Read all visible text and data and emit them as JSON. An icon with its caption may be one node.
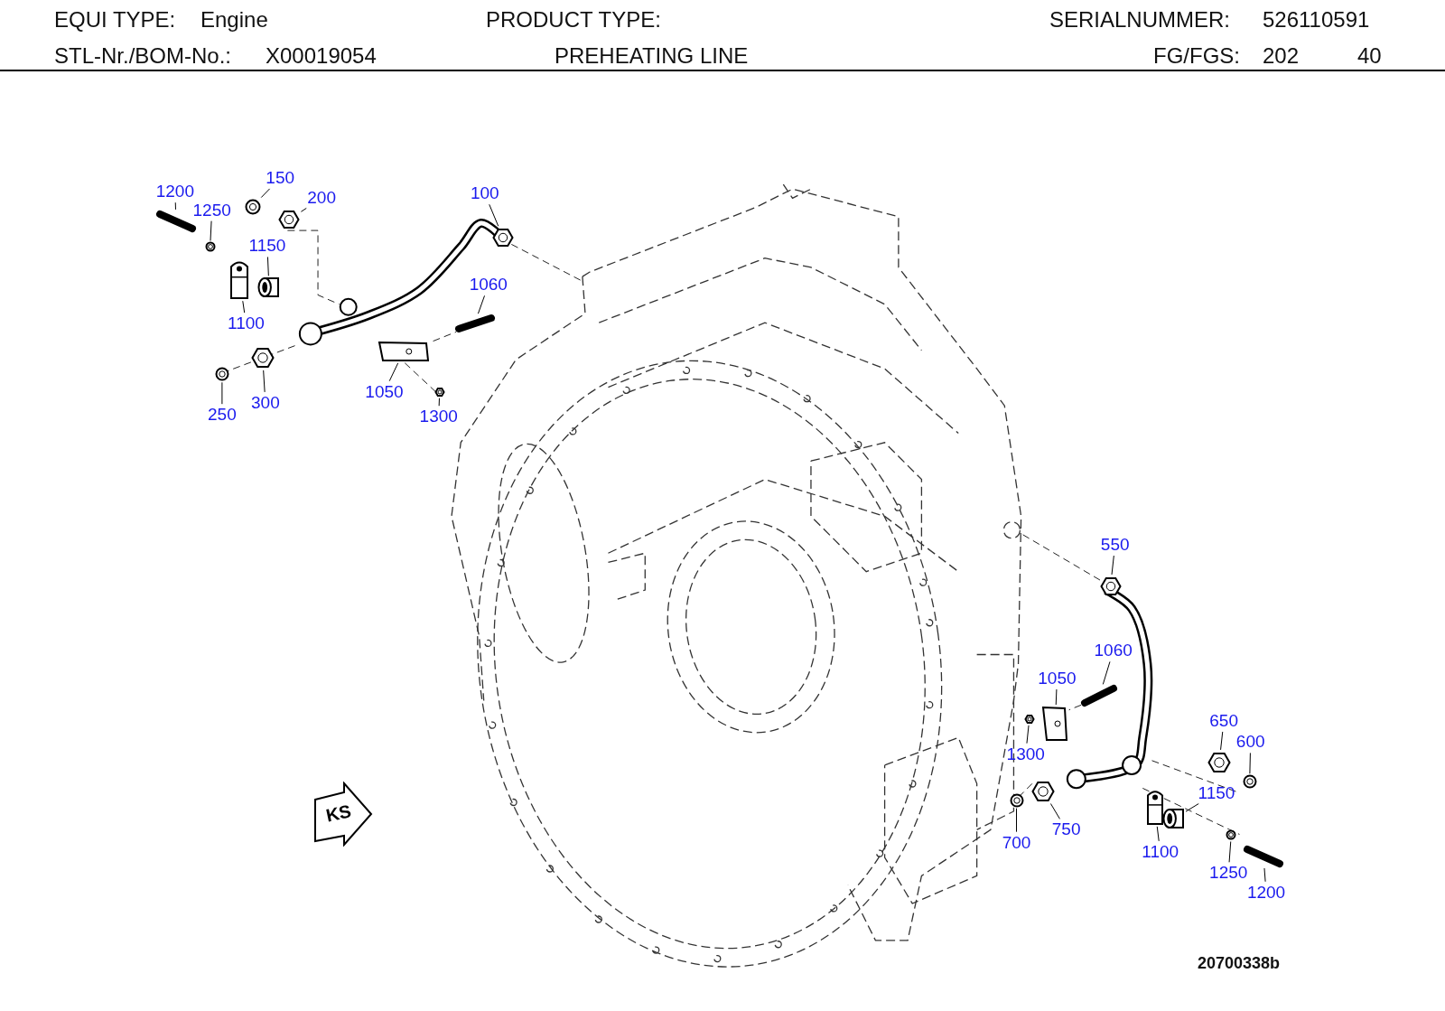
{
  "diagram": {
    "title": "PREHEATING LINE",
    "nodes": [
      {
        "text": [
          "1200"
        ]
      },
      {
        "text": [
          "150"
        ]
      },
      {
        "text": [
          "200"
        ]
      },
      {
        "text": [
          "1250"
        ]
      },
      {
        "text": [
          "100"
        ]
      },
      {
        "text": [
          "1150"
        ]
      },
      {
        "text": [
          "1060"
        ]
      },
      {
        "text": [
          "1100"
        ]
      },
      {
        "text": [
          "1050"
        ]
      },
      {
        "text": [
          "300"
        ]
      },
      {
        "text": [
          "250"
        ]
      },
      {
        "text": [
          "1300"
        ]
      },
      {
        "text": [
          "550"
        ]
      },
      {
        "text": [
          "1060"
        ]
      },
      {
        "text": [
          "1050"
        ]
      },
      {
        "text": [
          "650"
        ]
      },
      {
        "text": [
          "600"
        ]
      },
      {
        "text": [
          "1300"
        ]
      },
      {
        "text": [
          "1150"
        ]
      },
      {
        "text": [
          "750"
        ]
      },
      {
        "text": [
          "700"
        ]
      },
      {
        "text": [
          "1100"
        ]
      },
      {
        "text": [
          "1250"
        ]
      },
      {
        "text": [
          "1200"
        ]
      },
      {
        "text": [
          "KS"
        ]
      },
      {
        "text": [],
        "shape": "picture"
      },
      {
        "text": [],
        "shape": "picture"
      },
      {
        "text": [],
        "shape": "picture"
      },
      {
        "text": [],
        "shape": "picture"
      },
      {
        "text": [],
        "shape": "picture"
      },
      {
        "text": [],
        "shape": "cylinder"
      },
      {
        "text": [],
        "shape": "picture"
      },
      {
        "text": [],
        "shape": "picture"
      },
      {
        "text": [],
        "shape": "picture"
      },
      {
        "text": [],
        "shape": "picture"
      },
      {
        "text": [],
        "shape": "picture"
      },
      {
        "text": [],
        "shape": "picture"
      },
      {
        "text": [],
        "shape": "picture"
      },
      {
        "text": [],
        "shape": "picture"
      },
      {
        "text": [],
        "shape": "picture"
      },
      {
        "text": [],
        "shape": "picture"
      },
      {
        "text": [],
        "shape": "picture"
      },
      {
        "text": [],
        "shape": "picture"
      },
      {
        "text": [],
        "shape": "cylinder"
      },
      {
        "text": [],
        "shape": "picture"
      },
      {
        "text": [],
        "shape": "picture"
      },
      {
        "text": [],
        "shape": "picture"
      },
      {
        "text": [],
        "shape": "picture"
      },
      {
        "text": [],
        "shape": "picture"
      }
    ],
    "edges": [
      {
        "from": 0,
        "to": 25,
        "arrow": "none"
      },
      {
        "from": 1,
        "to": 26,
        "arrow": "none"
      },
      {
        "from": 2,
        "to": 27,
        "arrow": "none"
      },
      {
        "from": 3,
        "to": 28,
        "arrow": "none"
      },
      {
        "from": 4,
        "to": 29,
        "arrow": "none"
      },
      {
        "from": 5,
        "to": 30,
        "arrow": "none"
      },
      {
        "from": 6,
        "to": 31,
        "arrow": "none"
      },
      {
        "from": 7,
        "to": 32,
        "arrow": "none"
      },
      {
        "from": 8,
        "to": 33,
        "arrow": "none"
      },
      {
        "from": 9,
        "to": 34,
        "arrow": "none"
      },
      {
        "from": 10,
        "to": 35,
        "arrow": "none"
      },
      {
        "from": 11,
        "to": 36,
        "arrow": "none"
      },
      {
        "from": 12,
        "to": 37,
        "arrow": "none"
      },
      {
        "from": 13,
        "to": 38,
        "arrow": "none"
      },
      {
        "from": 14,
        "to": 39,
        "arrow": "none"
      },
      {
        "from": 15,
        "to": 40,
        "arrow": "none"
      },
      {
        "from": 16,
        "to": 41,
        "arrow": "none"
      },
      {
        "from": 17,
        "to": 42,
        "arrow": "none"
      },
      {
        "from": 18,
        "to": 43,
        "arrow": "none"
      },
      {
        "from": 19,
        "to": 44,
        "arrow": "none"
      },
      {
        "from": 20,
        "to": 45,
        "arrow": "none"
      },
      {
        "from": 21,
        "to": 46,
        "arrow": "none"
      },
      {
        "from": 22,
        "to": 47,
        "arrow": "none"
      },
      {
        "from": 23,
        "to": 48,
        "arrow": "none"
      }
    ],
    "labels": [
      "EQUI TYPE:",
      "Engine",
      "PRODUCT TYPE:",
      "SERIALNUMMER:",
      "526110591",
      "STL-Nr./BOM-No.:",
      "X00019054",
      "FG/FGS:",
      "202",
      "40",
      "20700338b"
    ]
  }
}
